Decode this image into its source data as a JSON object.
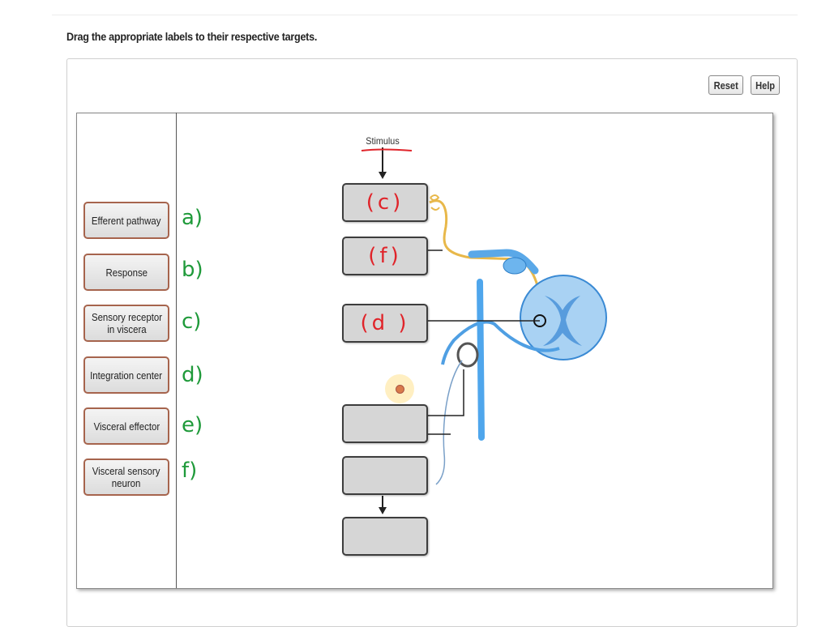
{
  "instruction": "Drag the appropriate labels to their respective targets.",
  "buttons": {
    "reset": "Reset",
    "help": "Help"
  },
  "labels": [
    {
      "text": "Efferent pathway",
      "letter": "a)"
    },
    {
      "text": "Response",
      "letter": "b)"
    },
    {
      "text": "Sensory receptor\nin viscera",
      "letter": "c)"
    },
    {
      "text": "Integration center",
      "letter": "d)"
    },
    {
      "text": "Visceral effector",
      "letter": "e)"
    },
    {
      "text": "Visceral sensory\nneuron",
      "letter": "f)"
    }
  ],
  "diagram": {
    "stimulus_label": "Stimulus",
    "targets": [
      {
        "annotation": "(c)"
      },
      {
        "annotation": "(f)"
      },
      {
        "annotation": "(d )"
      },
      {
        "annotation": ""
      },
      {
        "annotation": ""
      },
      {
        "annotation": ""
      }
    ]
  },
  "colors": {
    "chip_border": "#a6644d",
    "handwriting_green": "#1f9a3a",
    "handwriting_red": "#e0242a",
    "nerve_yellow": "#e8b84a",
    "spinal_blue": "#5aa8e8"
  }
}
